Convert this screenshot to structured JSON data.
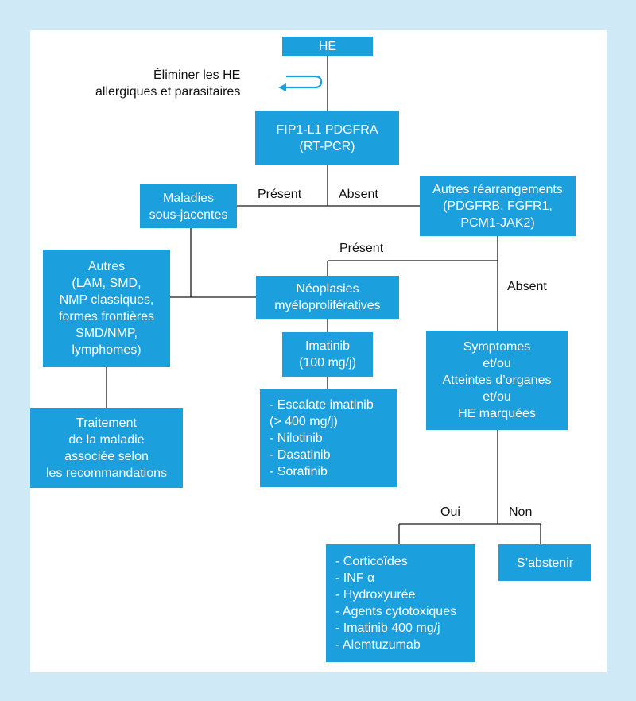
{
  "colors": {
    "box_fill": "#1ba0dd",
    "box_text": "#ffffff",
    "frame": "#cfe9f7",
    "line": "#1a1a1a"
  },
  "note": {
    "lines": [
      "Éliminer les HE",
      "allergiques et parasitaires"
    ],
    "icon": "return-arrow-icon"
  },
  "nodes": {
    "he": [
      "HE"
    ],
    "fip": [
      "FIP1-L1 PDGFRA",
      "(RT-PCR)"
    ],
    "maladies": [
      "Maladies",
      "sous-jacentes"
    ],
    "autres_rearr": [
      "Autres réarrangements",
      "(PDGFRB, FGFR1,",
      "PCM1-JAK2)"
    ],
    "autres": [
      "Autres",
      "(LAM, SMD,",
      "NMP classiques,",
      "formes frontières",
      "SMD/NMP,",
      "lymphomes)"
    ],
    "neoplasies": [
      "Néoplasies",
      "myéloprolifératives"
    ],
    "imatinib": [
      "Imatinib",
      "(100 mg/j)"
    ],
    "escalate": [
      "- Escalate imatinib",
      "(> 400 mg/j)",
      "- Nilotinib",
      "- Dasatinib",
      "- Sorafinib"
    ],
    "traitement": [
      "Traitement",
      "de la maladie",
      "associée selon",
      "les recommandations"
    ],
    "symptomes": [
      "Symptomes",
      "et/ou",
      "Atteintes d’organes",
      "et/ou",
      "HE marquées"
    ],
    "corticoides": [
      "- Corticoïdes",
      "- INF α",
      "- Hydroxyurée",
      "- Agents cytotoxiques",
      "- Imatinib 400 mg/j",
      "- Alemtuzumab"
    ],
    "sabstenir": [
      "S’abstenir"
    ]
  },
  "edge_labels": {
    "present_1": "Présent",
    "absent_1": "Absent",
    "present_2": "Présent",
    "absent_2": "Absent",
    "oui": "Oui",
    "non": "Non"
  }
}
